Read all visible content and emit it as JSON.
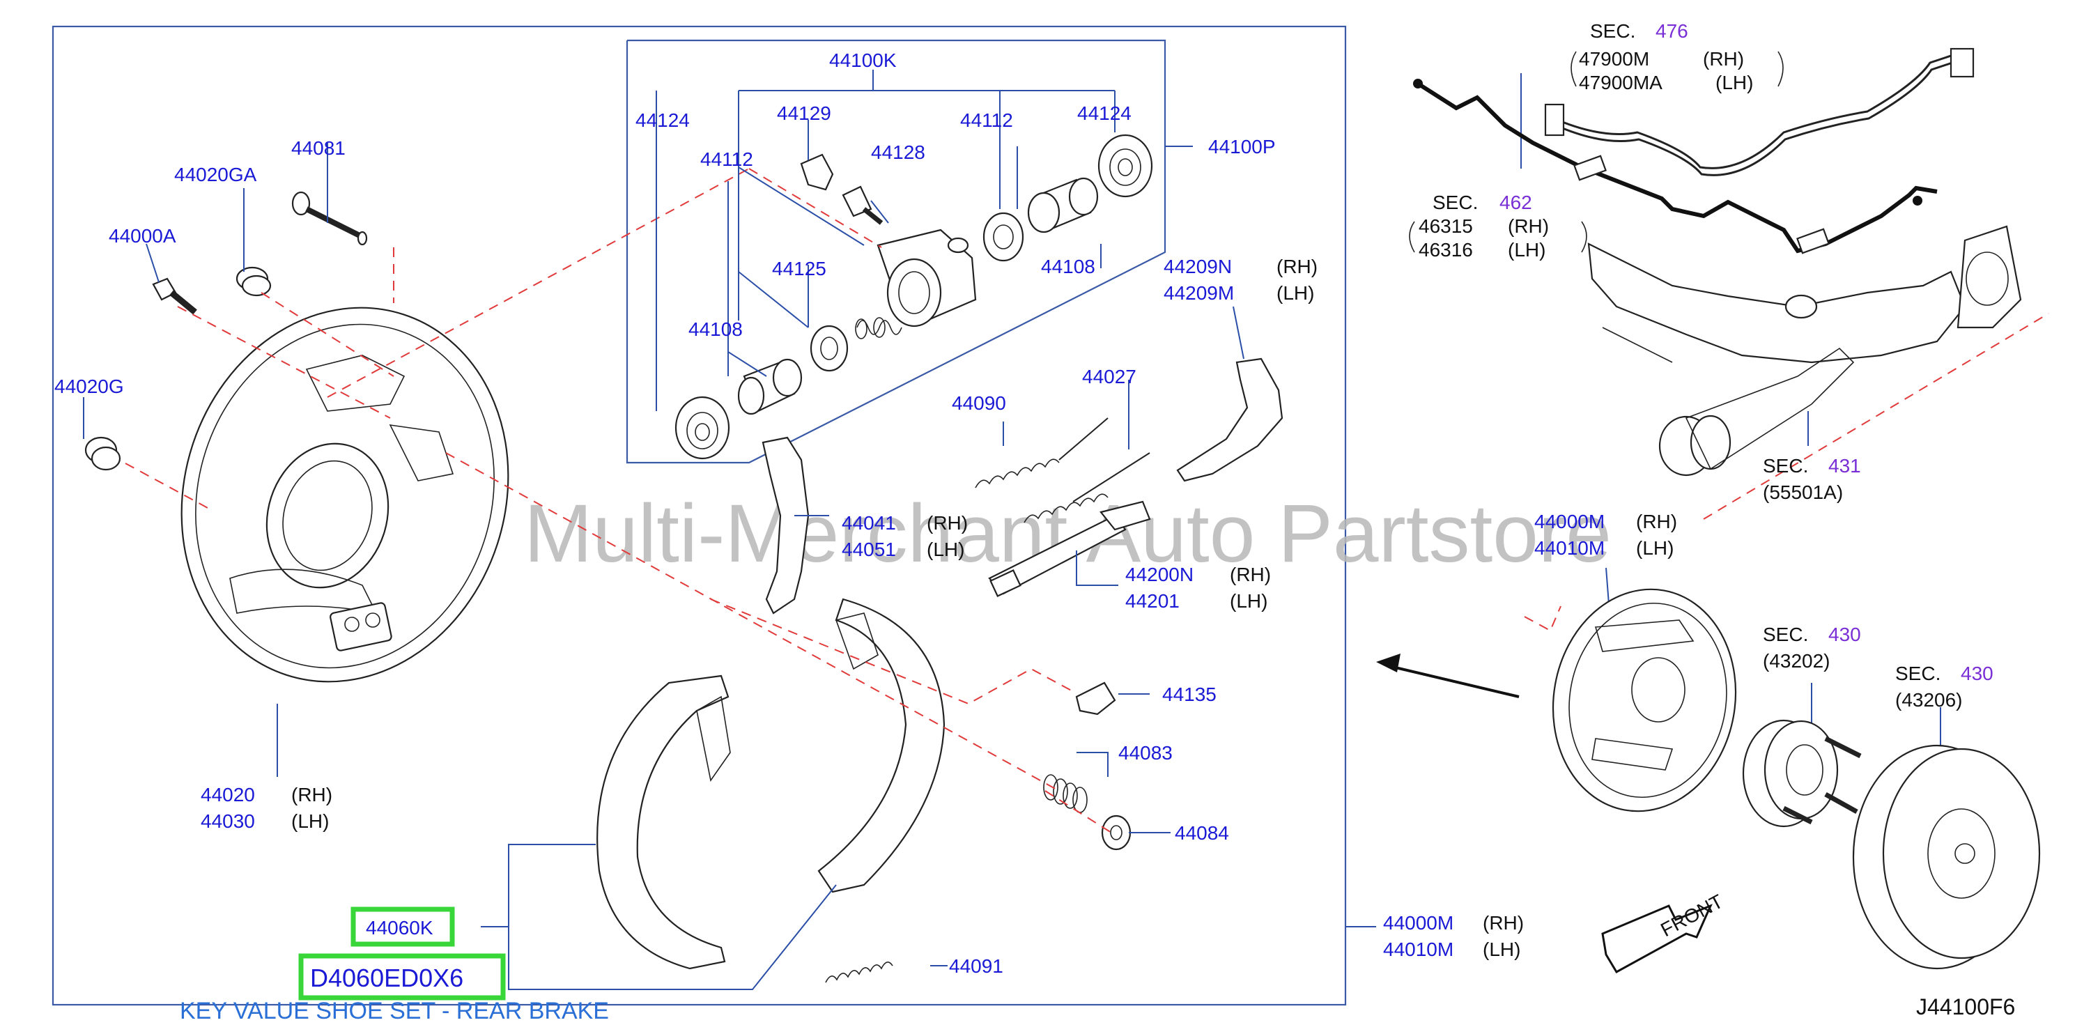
{
  "watermark": "Multi-Merchant Auto Partstore",
  "diagram_code": "J44100F6",
  "highlight": {
    "part_number": "44060K",
    "oem_number": "D4060ED0X6",
    "caption": "KEY VALUE SHOE SET - REAR BRAKE"
  },
  "labels": {
    "p44100K": "44100K",
    "p44100P": "44100P",
    "p44124_left": "44124",
    "p44124_right": "44124",
    "p44112_left": "44112",
    "p44112_right": "44112",
    "p44129": "44129",
    "p44128": "44128",
    "p44125": "44125",
    "p44108_left": "44108",
    "p44108_right": "44108",
    "p44081": "44081",
    "p44020GA": "44020GA",
    "p44000A": "44000A",
    "p44020G": "44020G",
    "p44020": "44020",
    "p44030": "44030",
    "p44209N": "44209N",
    "p44209M": "44209M",
    "p44027": "44027",
    "p44090": "44090",
    "p44041": "44041",
    "p44051": "44051",
    "p44200N": "44200N",
    "p44201": "44201",
    "p44135": "44135",
    "p44083": "44083",
    "p44084": "44084",
    "p44091": "44091",
    "p44000M_a": "44000M",
    "p44010M_a": "44010M",
    "p44000M_b": "44000M",
    "p44010M_b": "44010M",
    "p47900M": "47900M",
    "p47900MA": "47900MA",
    "p46315": "46315",
    "p46316": "46316",
    "p55501A": "(55501A)",
    "p43202": "(43202)",
    "p43206": "(43206)"
  },
  "sides": {
    "rh": "(RH)",
    "lh": "(LH)"
  },
  "sections": {
    "sec_word": "SEC.",
    "sec476": "476",
    "sec462": "462",
    "sec431": "431",
    "sec430_a": "430",
    "sec430_b": "430"
  },
  "front_label": "FRONT"
}
